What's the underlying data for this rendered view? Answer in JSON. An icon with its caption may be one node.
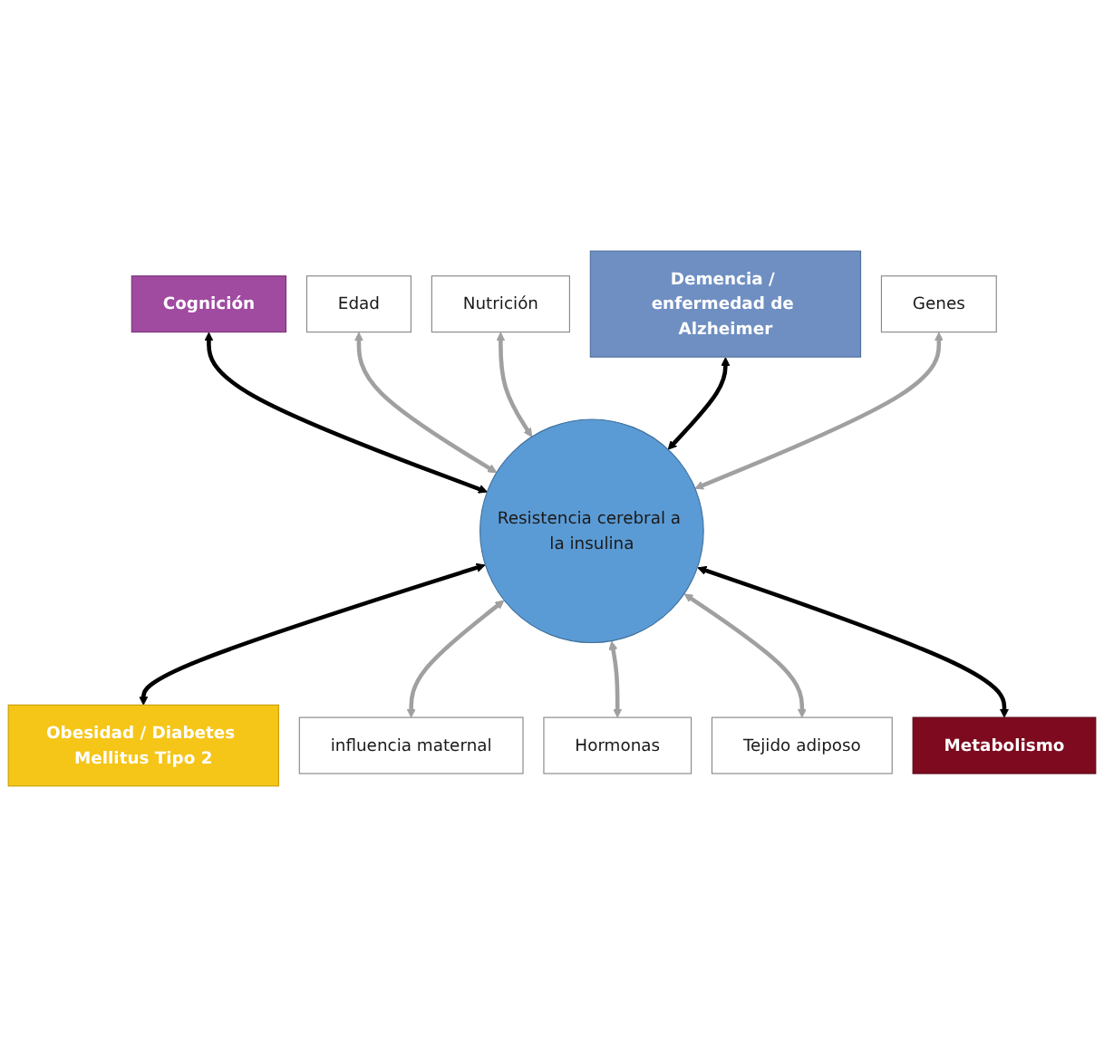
{
  "diagram": {
    "nodes": [
      {
        "text": [
          "Resistencia cerebral a la insulina"
        ]
      },
      {
        "text": [
          "Cognición"
        ]
      },
      {
        "text": [
          "Edad"
        ]
      },
      {
        "text": [
          "Nutrición"
        ]
      },
      {
        "text": [
          "Demencia / enfermedad de Alzheimer"
        ]
      },
      {
        "text": [
          "Genes"
        ]
      },
      {
        "text": [
          "Obesidad / Diabetes Mellitus Tipo 2"
        ]
      },
      {
        "text": [
          "influencia maternal"
        ]
      },
      {
        "text": [
          "Hormonas"
        ]
      },
      {
        "text": [
          "Tejido adiposo"
        ]
      },
      {
        "text": [
          "Metabolismo"
        ]
      }
    ],
    "edges": [
      {
        "from": 1,
        "to": 0,
        "arrow": "both",
        "color": "#000000"
      },
      {
        "from": 2,
        "to": 0,
        "arrow": "both"
      },
      {
        "from": 3,
        "to": 0,
        "arrow": "both"
      },
      {
        "from": 4,
        "to": 0,
        "arrow": "both",
        "color": "#000000"
      },
      {
        "from": 5,
        "to": 0,
        "arrow": "both"
      },
      {
        "from": 0,
        "to": 6,
        "arrow": "both",
        "color": "#000000"
      },
      {
        "from": 0,
        "to": 7,
        "arrow": "both"
      },
      {
        "from": 0,
        "to": 8,
        "arrow": "both"
      },
      {
        "from": 0,
        "to": 9,
        "arrow": "both"
      },
      {
        "from": 0,
        "to": 10,
        "arrow": "both",
        "color": "#000000"
      }
    ]
  }
}
